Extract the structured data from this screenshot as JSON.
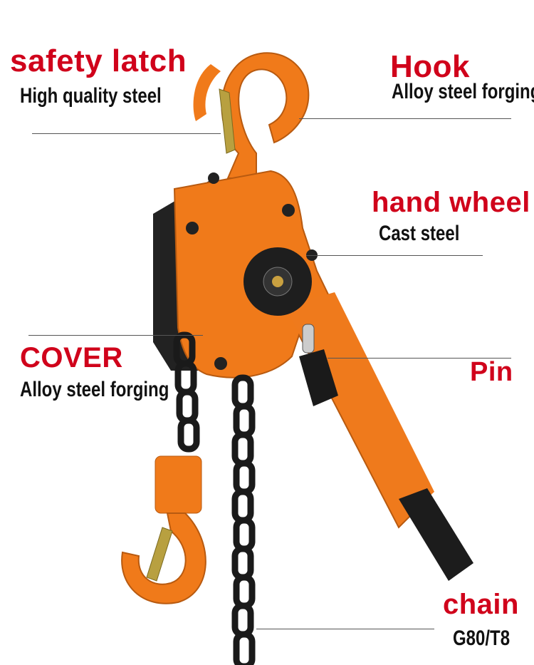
{
  "labels": {
    "safety_latch": {
      "title": "safety latch",
      "sub": "High quality steel"
    },
    "hook": {
      "title": "Hook",
      "sub": "Alloy steel forging"
    },
    "hand_wheel": {
      "title": "hand wheel",
      "sub": "Cast steel"
    },
    "cover": {
      "title": "COVER",
      "sub": "Alloy steel forging"
    },
    "pin": {
      "title": "Pin"
    },
    "chain": {
      "title": "chain",
      "sub": "G80/T8"
    }
  },
  "colors": {
    "title": "#d0021b",
    "body": "#f07a1a",
    "chain": "#1a1a1a",
    "text": "#111111"
  }
}
